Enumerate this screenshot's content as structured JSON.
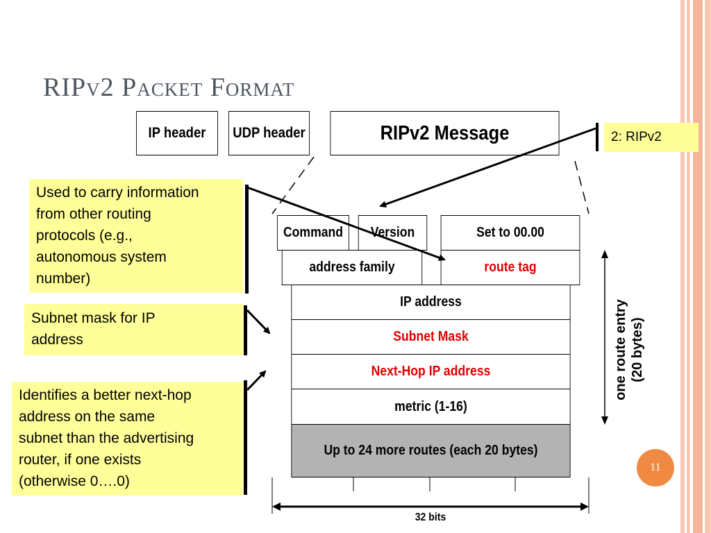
{
  "slide": {
    "title": "RIPv2  Packet Format",
    "page_number": "11"
  },
  "packet_bar": {
    "ip_header": "IP header",
    "udp_header": "UDP header",
    "ripv2_message": "RIPv2 Message"
  },
  "callout_version": "2: RIPv2",
  "table": {
    "command": "Command",
    "version": "Version",
    "set_to": "Set to 00.00",
    "address_family": "address family",
    "route_tag": "route tag",
    "ip_address": "IP address",
    "subnet_mask": "Subnet Mask",
    "next_hop": "Next-Hop IP address",
    "metric": "metric (1-16)",
    "more_routes": "Up to 24 more routes (each 20 bytes)"
  },
  "route_entry_label": {
    "line1": "one route entry",
    "line2": "(20 bytes)"
  },
  "bits_label": "32 bits",
  "notes": {
    "route_tag_note": [
      "Used to carry information",
      "from other routing",
      "protocols (e.g.,",
      "autonomous system",
      "number)"
    ],
    "subnet_note": [
      "Subnet mask for IP",
      "address"
    ],
    "nexthop_note": [
      "Identifies a better next-hop",
      "address on the same",
      "subnet than the advertising",
      "router, if one exists",
      "(otherwise 0….0)"
    ]
  },
  "colors": {
    "highlight_text": "#e00000",
    "note_background": "#ffff99",
    "shaded_row": "#b3b3b3",
    "badge": "#f08a42",
    "title": "#4e5560"
  }
}
